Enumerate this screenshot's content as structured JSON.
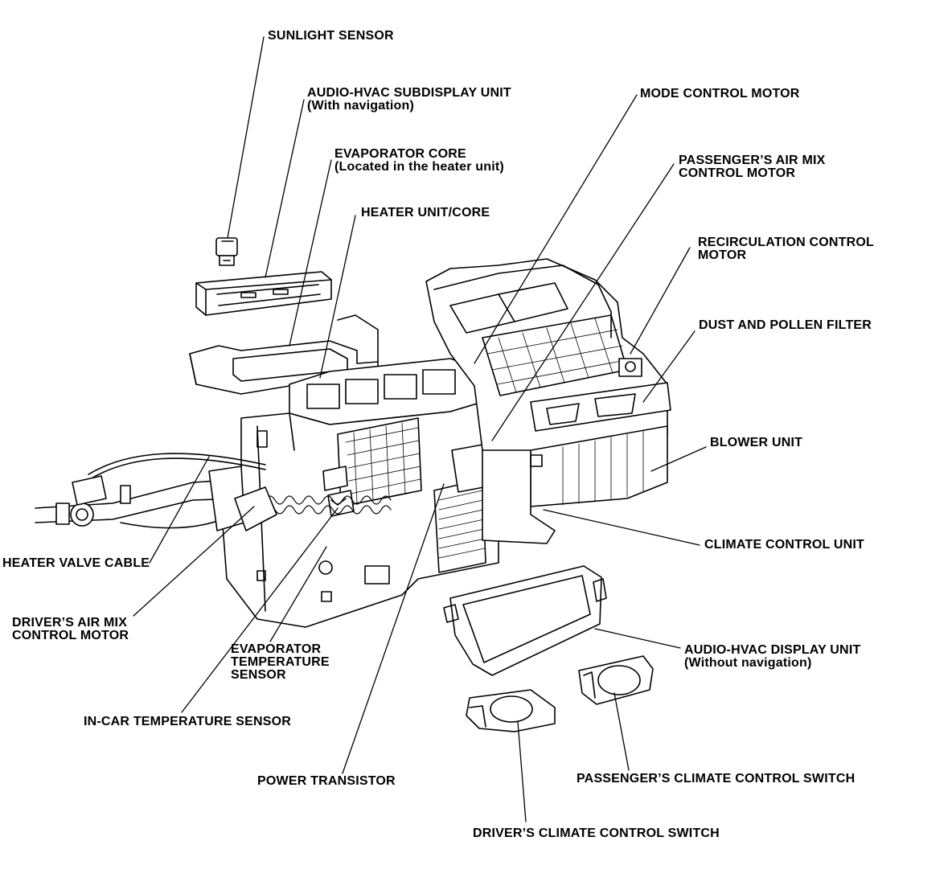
{
  "labels": {
    "sunlight_sensor": [
      "SUNLIGHT SENSOR"
    ],
    "audio_hvac_subdisplay": [
      "AUDIO-HVAC SUBDISPLAY UNIT",
      "(With navigation)"
    ],
    "evaporator_core": [
      "EVAPORATOR CORE",
      "(Located in the heater unit)"
    ],
    "heater_unit_core": [
      "HEATER UNIT/CORE"
    ],
    "mode_control_motor": [
      "MODE CONTROL MOTOR"
    ],
    "passengers_air_mix": [
      "PASSENGER’S AIR MIX",
      "CONTROL MOTOR"
    ],
    "recirculation_control": [
      "RECIRCULATION CONTROL",
      "MOTOR"
    ],
    "dust_pollen_filter": [
      "DUST AND POLLEN FILTER"
    ],
    "blower_unit": [
      "BLOWER UNIT"
    ],
    "climate_control_unit": [
      "CLIMATE CONTROL UNIT"
    ],
    "heater_valve_cable": [
      "HEATER VALVE CABLE"
    ],
    "drivers_air_mix": [
      "DRIVER’S AIR MIX",
      "CONTROL MOTOR"
    ],
    "evaporator_temp_sensor": [
      "EVAPORATOR",
      "TEMPERATURE",
      "SENSOR"
    ],
    "audio_hvac_display": [
      "AUDIO-HVAC DISPLAY UNIT",
      "(Without navigation)"
    ],
    "in_car_temp_sensor": [
      "IN-CAR TEMPERATURE SENSOR"
    ],
    "power_transistor": [
      "POWER TRANSISTOR"
    ],
    "passengers_climate_switch": [
      "PASSENGER’S CLIMATE CONTROL SWITCH"
    ],
    "drivers_climate_switch": [
      "DRIVER’S CLIMATE CONTROL SWITCH"
    ]
  }
}
